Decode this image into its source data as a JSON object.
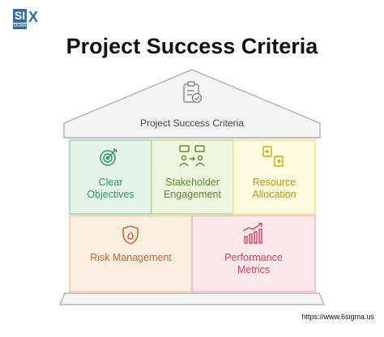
{
  "logo": {
    "letters": "SI",
    "x_letter": "X",
    "sub": "SIGMA"
  },
  "title": "Project Success Criteria",
  "roof_label": "Project Success Criteria",
  "pillars": [
    {
      "label": "Clear Objectives",
      "line1": "Clear",
      "line2": "Objectives",
      "color": "#2f9a5e",
      "fill": "#e6f5ea",
      "stroke": "#7cc99a",
      "icon": "target-icon"
    },
    {
      "label": "Stakeholder Engagement",
      "line1": "Stakeholder",
      "line2": "Engagement",
      "color": "#5e8a2a",
      "fill": "#eef6df",
      "stroke": "#a9cf73",
      "icon": "people-exchange-icon"
    },
    {
      "label": "Resource Allocation",
      "line1": "Resource",
      "line2": "Allocation",
      "color": "#b49a00",
      "fill": "#fffbe0",
      "stroke": "#f0dc74",
      "icon": "transfer-icon"
    },
    {
      "label": "Risk Management",
      "line1": "Risk Management",
      "line2": "",
      "color": "#c9682b",
      "fill": "#fdeee2",
      "stroke": "#f2b88c",
      "icon": "shield-icon"
    },
    {
      "label": "Performance Metrics",
      "line1": "Performance",
      "line2": "Metrics",
      "color": "#d6415a",
      "fill": "#fde9ec",
      "stroke": "#f1a3b0",
      "icon": "bar-chart-icon"
    }
  ],
  "url": "https://www.6sigma.us"
}
